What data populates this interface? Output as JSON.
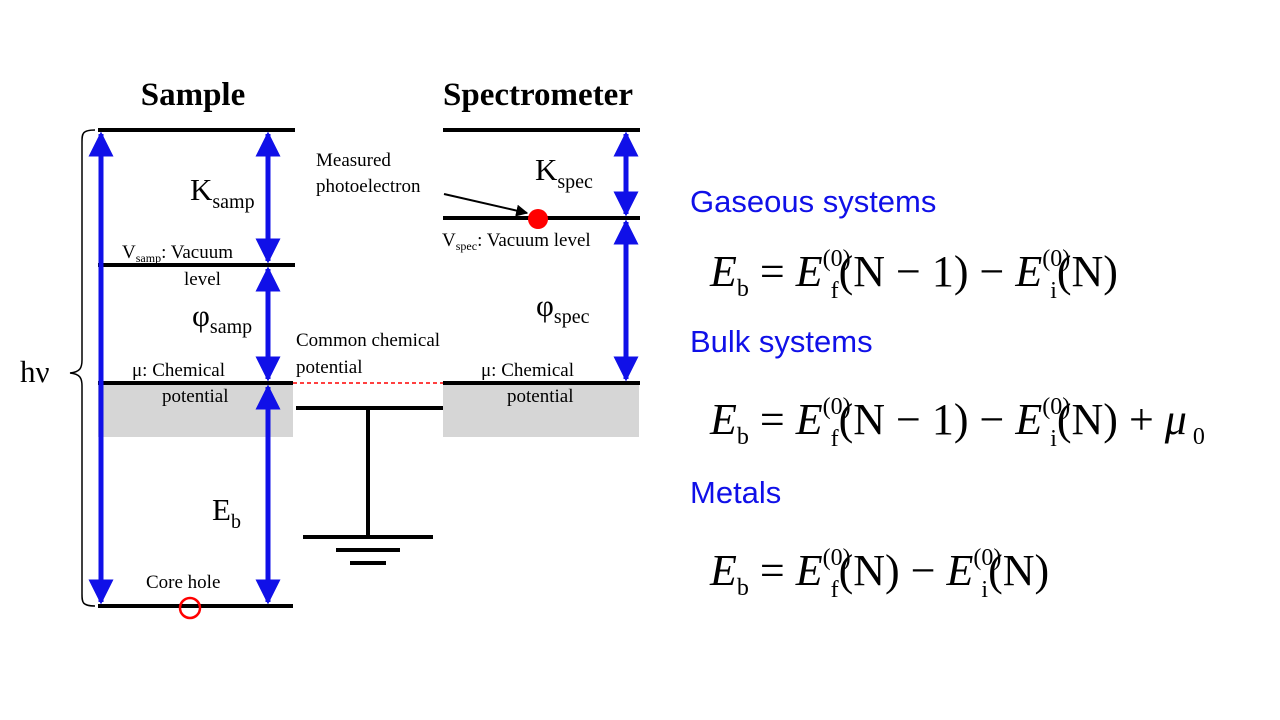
{
  "diagram": {
    "titles": {
      "sample": "Sample",
      "spectrometer": "Spectrometer"
    },
    "hv": "hν",
    "sample": {
      "k_main": "K",
      "k_sub": "samp",
      "vac_main": "V",
      "vac_sub": "samp",
      "vac_rest": ": Vacuum",
      "vac_line2": "level",
      "phi_main": "φ",
      "phi_sub": "samp",
      "mu_line1": "μ: Chemical",
      "mu_line2": "potential",
      "eb_main": "E",
      "eb_sub": "b",
      "core_hole": "Core hole"
    },
    "spectrometer": {
      "measured_line1": "Measured",
      "measured_line2": "photoelectron",
      "k_main": "K",
      "k_sub": "spec",
      "vac_main": "V",
      "vac_sub": "spec",
      "vac_rest": ": Vacuum level",
      "phi_main": "φ",
      "phi_sub": "spec",
      "mu_line1": "μ: Chemical",
      "mu_line2": "potential"
    },
    "common_line1": "Common chemical",
    "common_line2": "potential",
    "colors": {
      "arrow": "#1010e8",
      "electron": "#ff0000",
      "dashed": "#ff0000",
      "shade": "#d6d6d6"
    }
  },
  "equations": {
    "gaseous": {
      "heading": "Gaseous systems",
      "E": "E",
      "b": "b",
      "eq": " = ",
      "Ef": "E",
      "f": "f",
      "sup": "(0)",
      "arg1": "(N − 1)",
      "minus": " − ",
      "Ei": "E",
      "i": "i",
      "arg2": "(N)"
    },
    "bulk": {
      "heading": "Bulk systems",
      "E": "E",
      "b": "b",
      "eq": " = ",
      "Ef": "E",
      "f": "f",
      "sup": "(0)",
      "arg1": "(N − 1)",
      "minus": " − ",
      "Ei": "E",
      "i": "i",
      "arg2": "(N)",
      "plus": " + ",
      "mu": "μ",
      "mu_sub": "0"
    },
    "metals": {
      "heading": "Metals",
      "E": "E",
      "b": "b",
      "eq": " = ",
      "Ef": "E",
      "f": "f",
      "sup": "(0)",
      "arg1": "(N)",
      "minus": " − ",
      "Ei": "E",
      "i": "i",
      "arg2": "(N)"
    }
  }
}
